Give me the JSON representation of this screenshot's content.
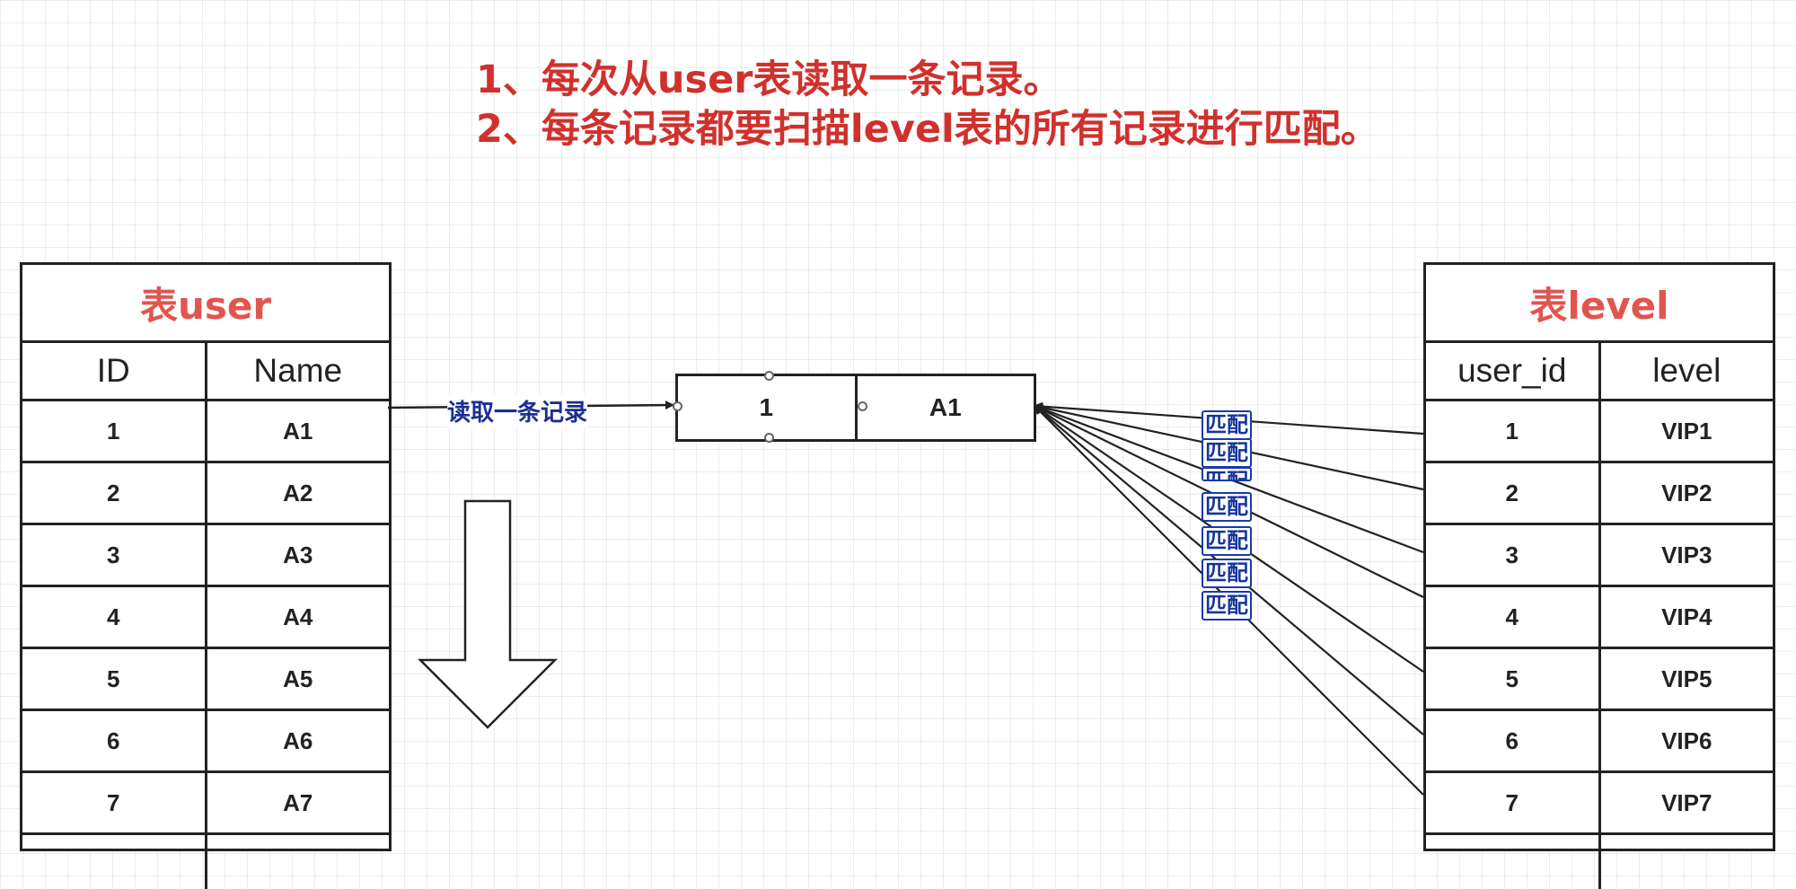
{
  "notes": {
    "line1": "1、每次从user表读取一条记录。",
    "line2": "2、每条记录都要扫描level表的所有记录进行匹配。"
  },
  "user_table": {
    "title": "表user",
    "headers": [
      "ID",
      "Name"
    ],
    "rows": [
      [
        "1",
        "A1"
      ],
      [
        "2",
        "A2"
      ],
      [
        "3",
        "A3"
      ],
      [
        "4",
        "A4"
      ],
      [
        "5",
        "A5"
      ],
      [
        "6",
        "A6"
      ],
      [
        "7",
        "A7"
      ]
    ]
  },
  "level_table": {
    "title": "表level",
    "headers": [
      "user_id",
      "level"
    ],
    "rows": [
      [
        "1",
        "VIP1"
      ],
      [
        "2",
        "VIP2"
      ],
      [
        "3",
        "VIP3"
      ],
      [
        "4",
        "VIP4"
      ],
      [
        "5",
        "VIP5"
      ],
      [
        "6",
        "VIP6"
      ],
      [
        "7",
        "VIP7"
      ]
    ]
  },
  "current_record": {
    "id": "1",
    "name": "A1"
  },
  "read_label": "读取一条记录",
  "match_label": "匹配",
  "colors": {
    "note": "#d0312d",
    "table_title": "#e0564f",
    "label": "#1b2f8f"
  }
}
